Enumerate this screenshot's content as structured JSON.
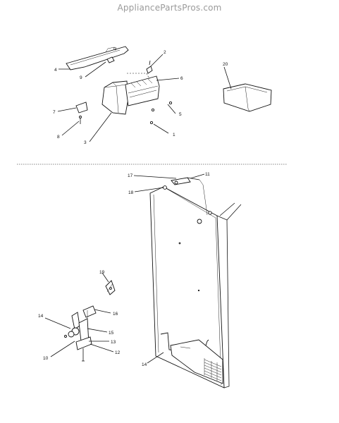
{
  "watermark": "AppliancePartsPros.com",
  "callouts": {
    "c1": "1",
    "c2": "2",
    "c3": "3",
    "c4": "4",
    "c5": "5",
    "c6": "6",
    "c7": "7",
    "c8": "8",
    "c9": "9",
    "c10": "10",
    "c11": "11",
    "c12": "12",
    "c13": "13",
    "c14a": "14",
    "c14b": "14",
    "c15": "15",
    "c16": "16",
    "c17": "17",
    "c18": "18",
    "c19": "19",
    "c20": "20"
  }
}
